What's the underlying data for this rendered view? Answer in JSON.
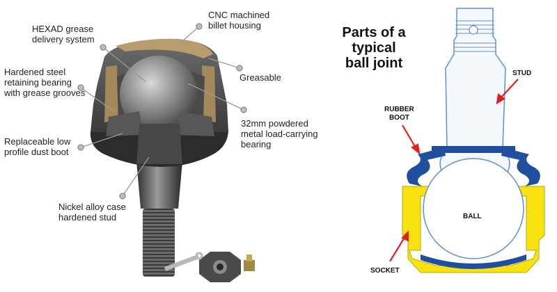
{
  "left_diagram": {
    "callouts": [
      {
        "id": "cnc",
        "lines": [
          "CNC machined",
          "billet housing"
        ]
      },
      {
        "id": "hexad",
        "lines": [
          "HEXAD grease",
          "delivery system"
        ]
      },
      {
        "id": "greasable",
        "lines": [
          "Greasable"
        ]
      },
      {
        "id": "bearing",
        "lines": [
          "Hardened steel",
          "retaining bearing",
          "with grease grooves"
        ]
      },
      {
        "id": "powdered",
        "lines": [
          "32mm powdered",
          "metal load-carrying",
          "bearing"
        ]
      },
      {
        "id": "boot",
        "lines": [
          "Replaceable low",
          "profile dust boot"
        ]
      },
      {
        "id": "nickel",
        "lines": [
          "Nickel alloy case",
          "hardened stud"
        ]
      }
    ]
  },
  "right_diagram": {
    "title_lines": [
      "Parts of a",
      "typical",
      "ball joint"
    ],
    "labels": {
      "stud": "STUD",
      "rubber_boot": [
        "RUBBER",
        "BOOT"
      ],
      "ball": "BALL",
      "socket": "SOCKET"
    }
  },
  "colors": {
    "socket_yellow": "#f7e10f",
    "boot_blue": "#1f4f9e",
    "arrow_red": "#e02020",
    "line_blue": "#5b8fd9",
    "leader_gray": "#9a9a9a"
  },
  "icons": [
    "ball-joint-cutaway-photo",
    "castle-nut-icon",
    "cotter-pin-icon",
    "grease-fitting-icon"
  ]
}
